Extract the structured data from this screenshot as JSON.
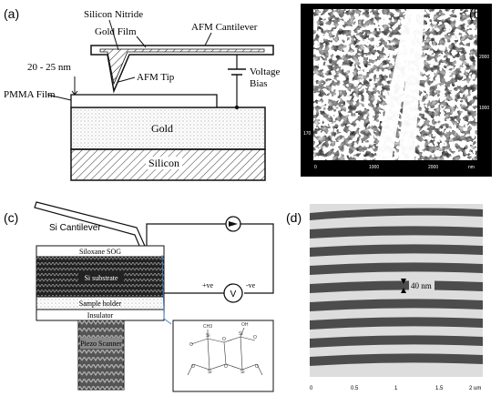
{
  "panels": {
    "a": {
      "label": "(a)",
      "silicon_nitride": "Silicon Nitride",
      "gold_film": "Gold Film",
      "afm_cantilever": "AFM Cantilever",
      "thickness": "20 - 25 nm",
      "afm_tip": "AFM Tip",
      "voltage": "Voltage",
      "bias": "Bias",
      "pmma_film": "PMMA Film",
      "gold": "Gold",
      "silicon": "Silicon"
    },
    "b": {
      "label": "(b)",
      "y_ticks": [
        "2000",
        "1000",
        "170"
      ],
      "x_ticks": [
        "0",
        "1000",
        "2000"
      ],
      "unit": "nm"
    },
    "c": {
      "label": "(c)",
      "si_cantilever": "Si Cantilever",
      "siloxane": "Siloxane SOG",
      "substrate": "Si substrate",
      "sample_holder": "Sample holder",
      "insulator": "Insulator",
      "piezo": "Piezo Scanner",
      "plus": "+ve",
      "minus": "-ve",
      "v": "V"
    },
    "d": {
      "label": "(d)",
      "marker": "40 nm",
      "x_ticks": [
        "0",
        "0.5",
        "1",
        "1.5",
        "2 um"
      ]
    }
  }
}
